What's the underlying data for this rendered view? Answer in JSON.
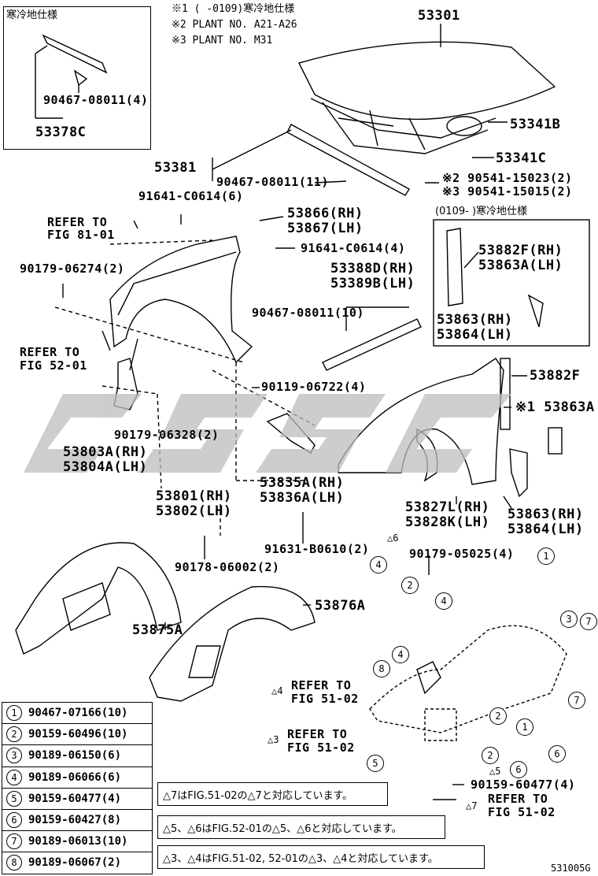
{
  "corner_box": {
    "title": "寒冷地仕様",
    "part1": "90467-08011(4)",
    "part2": "53378C"
  },
  "notes": {
    "n1": "※1 (    -0109)寒冷地仕様",
    "n2": "※2 PLANT NO.  A21-A26",
    "n3": "※3 PLANT NO.  M31"
  },
  "labels": {
    "p53301": "53301",
    "p53341B": "53341B",
    "p53341C": "53341C",
    "p90541a": "※2 90541-15023(2)",
    "p90541b": "※3 90541-15015(2)",
    "p53381": "53381",
    "p90467_11": "90467-08011(11)",
    "p91641_6": "91641-C0614(6)",
    "p53866": "53866(RH)",
    "p53867": "53867(LH)",
    "refer81a": "REFER TO",
    "refer81b": "FIG 81-01",
    "p91641_4": "91641-C0614(4)",
    "p90179_2": "90179-06274(2)",
    "p53388": "53388D(RH)",
    "p53389": "53389B(LH)",
    "p90467_10": "90467-08011(10)",
    "refer52a": "REFER TO",
    "refer52b": "FIG 52-01",
    "cold_title": "(0109-    )寒冷地仕様",
    "p53882F_RH": "53882F(RH)",
    "p53863A_LH": "53863A(LH)",
    "p53863_RH_a": "53863(RH)",
    "p53864_LH_a": "53864(LH)",
    "p90119": "90119-06722(4)",
    "p53882F": "53882F",
    "p53863A_1": "※1 53863A",
    "p90179_06328": "90179-06328(2)",
    "p53803A": "53803A(RH)",
    "p53804A": "53804A(LH)",
    "p53835A": "53835A(RH)",
    "p53836A": "53836A(LH)",
    "p53801": "53801(RH)",
    "p53802": "53802(LH)",
    "p53827L": "53827L(RH)",
    "p53828K": "53828K(LH)",
    "p53863_RH_b": "53863(RH)",
    "p53864_LH_b": "53864(LH)",
    "p91631": "91631-B0610(2)",
    "p90179_05025": "90179-05025(4)",
    "p90178": "90178-06002(2)",
    "p53876A": "53876A",
    "p53875A": "53875A",
    "refer51a_1": "REFER TO",
    "refer51a_2": "FIG 51-02",
    "refer51b_1": "REFER TO",
    "refer51b_2": "FIG 51-02",
    "p90159_4": "90159-60477(4)",
    "refer51c_1": "REFER TO",
    "refer51c_2": "FIG 51-02",
    "diagram_id": "531005G"
  },
  "legend": [
    {
      "num": "1",
      "part": "90467-07166(10)"
    },
    {
      "num": "2",
      "part": "90159-60496(10)"
    },
    {
      "num": "3",
      "part": "90189-06150(6)"
    },
    {
      "num": "4",
      "part": "90189-06066(6)"
    },
    {
      "num": "5",
      "part": "90159-60477(4)"
    },
    {
      "num": "6",
      "part": "90159-60427(8)"
    },
    {
      "num": "7",
      "part": "90189-06013(10)"
    },
    {
      "num": "8",
      "part": "90189-06067(2)"
    }
  ],
  "footnotes": {
    "f1": "△7はFIG.51-02の△7と対応しています。",
    "f2": "△5、△6はFIG.52-01の△5、△6と対応しています。",
    "f3": "△3、△4はFIG.51-02, 52-01の△3、△4と対応しています。"
  },
  "watermark_text": "CSSC"
}
